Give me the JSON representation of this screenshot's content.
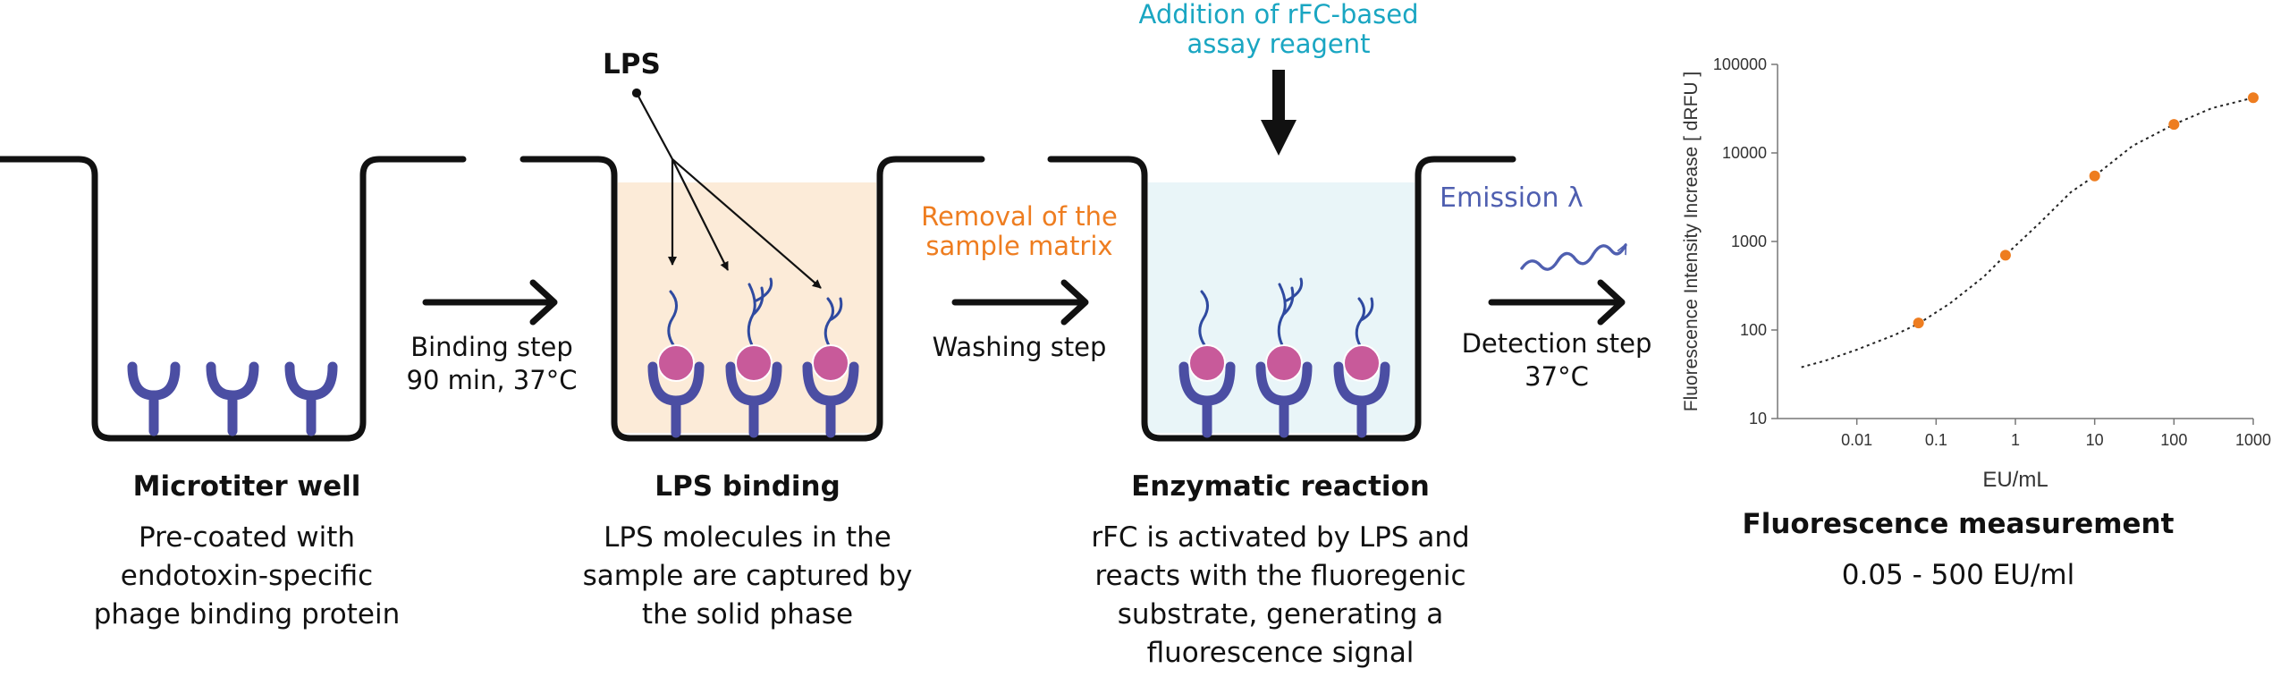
{
  "diagram": {
    "lps_label": "LPS",
    "top_reagent": [
      "Addition of rFC-based",
      "assay reagent"
    ],
    "removal_label": [
      "Removal of the",
      "sample matrix"
    ],
    "emission_label": "Emission λ",
    "steps": [
      {
        "label": [
          "Binding step",
          "90 min, 37°C"
        ]
      },
      {
        "label": [
          "Washing step"
        ]
      },
      {
        "label": [
          "Detection step",
          "37°C"
        ]
      }
    ],
    "stages": [
      {
        "title": "Microtiter well",
        "desc": [
          "Pre-coated with",
          "endotoxin-specific",
          "phage binding protein"
        ]
      },
      {
        "title": "LPS binding",
        "desc": [
          "LPS molecules in the",
          "sample are captured by",
          "the solid phase"
        ]
      },
      {
        "title": "Enzymatic reaction",
        "desc": [
          "rFC is activated by LPS and",
          "reacts with the fluoregenic",
          "substrate, generating a",
          "fluorescence signal"
        ]
      },
      {
        "title": "Fluorescence measurement",
        "desc": [
          "0.05 - 500 EU/ml"
        ]
      }
    ],
    "colors": {
      "protein": "#4b4ea3",
      "lps_bead": "#c85a9a",
      "sample_fill": "#fcebd8",
      "reaction_fill": "#e9f5f8",
      "orange_text": "#ee7d20",
      "teal_text": "#1aa6c2",
      "emission": "#4f5fb0"
    }
  },
  "chart_data": {
    "type": "scatter",
    "xscale": "log",
    "yscale": "log",
    "xlim": [
      0.001,
      1000
    ],
    "ylim": [
      10,
      100000
    ],
    "xticks": [
      "0.01",
      "0.1",
      "1",
      "10",
      "100",
      "1000"
    ],
    "yticks": [
      "10",
      "100",
      "1000",
      "10000",
      "100000"
    ],
    "xlabel": "EU/mL",
    "ylabel": "Fluorescence Intensity Increase [ dRFU ]",
    "x": [
      0.06,
      0.75,
      10,
      100,
      1000
    ],
    "y": [
      120,
      700,
      5500,
      21000,
      42000
    ],
    "fit_x": [
      0.002,
      0.004,
      0.01,
      0.03,
      0.06,
      0.15,
      0.4,
      0.75,
      2,
      5,
      10,
      30,
      100,
      300,
      1000
    ],
    "fit_y": [
      38,
      45,
      60,
      88,
      118,
      200,
      400,
      700,
      1600,
      3600,
      5500,
      12000,
      21000,
      32000,
      42000
    ],
    "point_color": "#ee7d20"
  }
}
